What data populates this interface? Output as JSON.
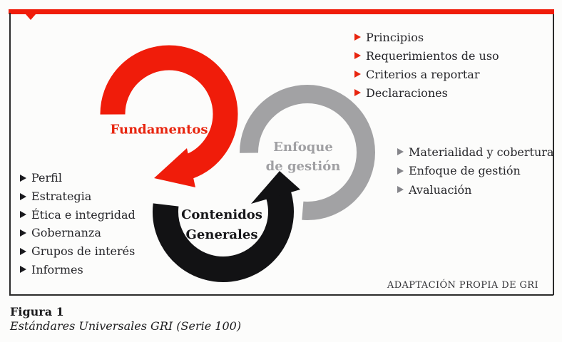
{
  "frame": {
    "accent_color": "#f01c0a",
    "border_color": "#2b2b2b",
    "attribution": "ADAPTACIÓN PROPIA DE GRI"
  },
  "diagram": {
    "cycles": {
      "fundamentos": {
        "label": "Fundamentos",
        "color": "#f01c0a"
      },
      "enfoque": {
        "label_line1": "Enfoque",
        "label_line2": "de gestión",
        "color": "#a2a2a4"
      },
      "contenidos": {
        "label_line1": "Contenidos",
        "label_line2": "Generales",
        "color": "#121214"
      }
    },
    "lists": {
      "fundamentos": {
        "bullet_icon": "triangle-right",
        "bullet_color": "#e8250f",
        "items": [
          "Principios",
          "Requerimientos de uso",
          "Criterios a reportar",
          "Declaraciones"
        ]
      },
      "enfoque": {
        "bullet_icon": "triangle-right",
        "bullet_color": "#85858a",
        "items": [
          "Materialidad y cobertura",
          "Enfoque de gestión",
          "Avaluación"
        ]
      },
      "contenidos": {
        "bullet_icon": "triangle-right",
        "bullet_color": "#1a1a1e",
        "items": [
          "Perfil",
          "Estrategia",
          "Ética e integridad",
          "Gobernanza",
          "Grupos de interés",
          "Informes"
        ]
      }
    }
  },
  "caption": {
    "figure_label": "Figura 1",
    "figure_title": "Estándares Universales GRI (Serie 100)"
  },
  "colors": {
    "red": "#f01c0a",
    "gray": "#a2a2a4",
    "black": "#121214",
    "text": "#26262a",
    "background": "#fcfcfb"
  }
}
